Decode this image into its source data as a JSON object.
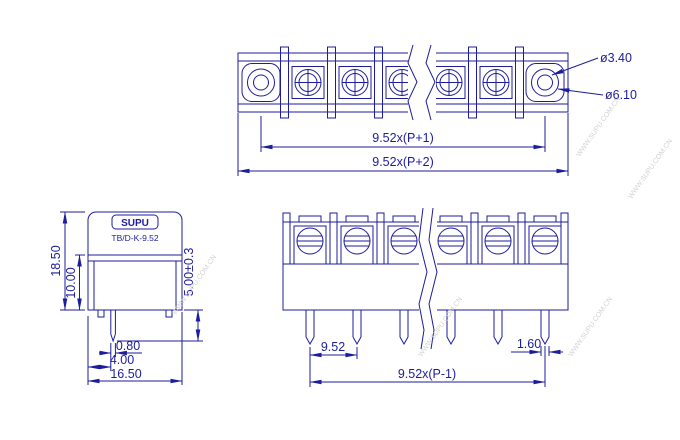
{
  "colors": {
    "line": "#1c1c9c",
    "watermark": "#cccccc"
  },
  "watermark": "WWW.SUPU.COM.CN",
  "top_view": {
    "dim_span_inner": "9.52x(P+1)",
    "dim_span_outer": "9.52x(P+2)",
    "dia_inner_hole": "ø3.40",
    "dia_outer_hole": "ø6.10"
  },
  "side_view": {
    "brand": "SUPU",
    "model": "TB/D-K-9.52",
    "dim_total_height": "18.50",
    "dim_body_height": "10.00",
    "dim_pin_length": "5.00±0.3",
    "dim_pin_width": "0.80",
    "dim_pin_inset": "4.00",
    "dim_depth": "16.50"
  },
  "front_view": {
    "dim_pitch": "9.52",
    "dim_pin_thickness": "1.60",
    "dim_pin_span": "9.52x(P-1)"
  }
}
